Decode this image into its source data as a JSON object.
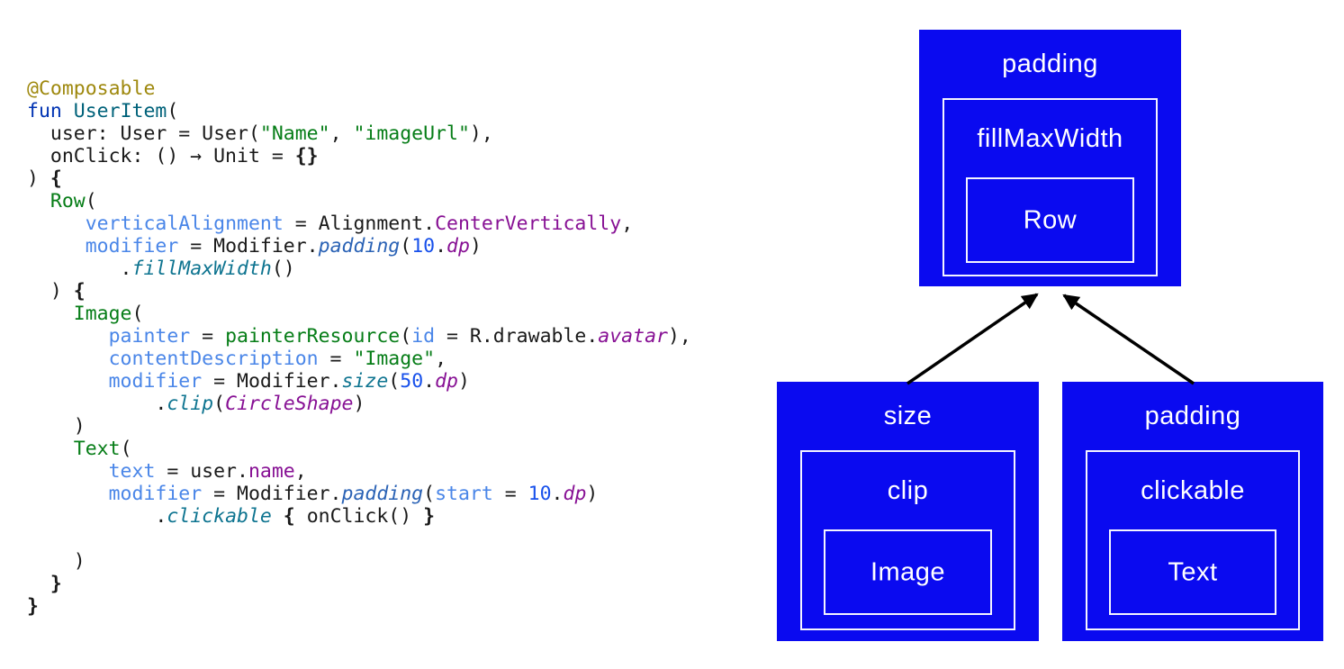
{
  "slide": {
    "background": "#ffffff",
    "description": "Jetpack Compose modifier order: UserItem composable code with nested modifier box diagram"
  },
  "code": {
    "text_color": "#1a1a1a",
    "token_colors": {
      "annotation": "#9e880d",
      "keyword": "#0033b3",
      "function_declaration": "#00627a",
      "function_call": "#067d17",
      "string": "#067d17",
      "named_argument": "#4a86e8",
      "number": "#1750eb",
      "property": "#871094",
      "extension_call": "#0e7490",
      "extension_call_padding": "#2a62b5"
    },
    "lines": [
      [
        {
          "t": "@Composable",
          "s": "ann"
        }
      ],
      [
        {
          "t": "fun",
          "s": "kw"
        },
        {
          "t": " ",
          "s": "plain"
        },
        {
          "t": "UserItem",
          "s": "decl"
        },
        {
          "t": "(",
          "s": "plain"
        }
      ],
      [
        {
          "t": "  user: User = User(",
          "s": "plain"
        },
        {
          "t": "\"Name\"",
          "s": "str"
        },
        {
          "t": ", ",
          "s": "plain"
        },
        {
          "t": "\"imageUrl\"",
          "s": "str"
        },
        {
          "t": "),",
          "s": "plain"
        }
      ],
      [
        {
          "t": "  onClick: () → Unit = ",
          "s": "plain"
        },
        {
          "t": "{}",
          "s": "b"
        }
      ],
      [
        {
          "t": ") ",
          "s": "plain"
        },
        {
          "t": "{",
          "s": "b"
        }
      ],
      [
        {
          "t": "  ",
          "s": "plain"
        },
        {
          "t": "Row",
          "s": "call"
        },
        {
          "t": "(",
          "s": "plain"
        }
      ],
      [
        {
          "t": "     ",
          "s": "plain"
        },
        {
          "t": "verticalAlignment",
          "s": "param"
        },
        {
          "t": " = Alignment.",
          "s": "plain"
        },
        {
          "t": "CenterVertically",
          "s": "prop"
        },
        {
          "t": ",",
          "s": "plain"
        }
      ],
      [
        {
          "t": "     ",
          "s": "plain"
        },
        {
          "t": "modifier",
          "s": "param"
        },
        {
          "t": " = Modifier.",
          "s": "plain"
        },
        {
          "t": "padding",
          "s": "extb"
        },
        {
          "t": "(",
          "s": "plain"
        },
        {
          "t": "10",
          "s": "num"
        },
        {
          "t": ".",
          "s": "plain"
        },
        {
          "t": "dp",
          "s": "propi"
        },
        {
          "t": ")",
          "s": "plain"
        }
      ],
      [
        {
          "t": "        .",
          "s": "plain"
        },
        {
          "t": "fillMaxWidth",
          "s": "ext"
        },
        {
          "t": "()",
          "s": "plain"
        }
      ],
      [
        {
          "t": "  ) ",
          "s": "plain"
        },
        {
          "t": "{",
          "s": "b"
        }
      ],
      [
        {
          "t": "    ",
          "s": "plain"
        },
        {
          "t": "Image",
          "s": "call"
        },
        {
          "t": "(",
          "s": "plain"
        }
      ],
      [
        {
          "t": "       ",
          "s": "plain"
        },
        {
          "t": "painter",
          "s": "param"
        },
        {
          "t": " = ",
          "s": "plain"
        },
        {
          "t": "painterResource",
          "s": "call"
        },
        {
          "t": "(",
          "s": "plain"
        },
        {
          "t": "id",
          "s": "param"
        },
        {
          "t": " = R.drawable.",
          "s": "plain"
        },
        {
          "t": "avatar",
          "s": "propi"
        },
        {
          "t": "),",
          "s": "plain"
        }
      ],
      [
        {
          "t": "       ",
          "s": "plain"
        },
        {
          "t": "contentDescription",
          "s": "param"
        },
        {
          "t": " = ",
          "s": "plain"
        },
        {
          "t": "\"Image\"",
          "s": "str"
        },
        {
          "t": ",",
          "s": "plain"
        }
      ],
      [
        {
          "t": "       ",
          "s": "plain"
        },
        {
          "t": "modifier",
          "s": "param"
        },
        {
          "t": " = Modifier.",
          "s": "plain"
        },
        {
          "t": "size",
          "s": "ext"
        },
        {
          "t": "(",
          "s": "plain"
        },
        {
          "t": "50",
          "s": "num"
        },
        {
          "t": ".",
          "s": "plain"
        },
        {
          "t": "dp",
          "s": "propi"
        },
        {
          "t": ")",
          "s": "plain"
        }
      ],
      [
        {
          "t": "           .",
          "s": "plain"
        },
        {
          "t": "clip",
          "s": "ext"
        },
        {
          "t": "(",
          "s": "plain"
        },
        {
          "t": "CircleShape",
          "s": "propi"
        },
        {
          "t": ")",
          "s": "plain"
        }
      ],
      [
        {
          "t": "    )",
          "s": "plain"
        }
      ],
      [
        {
          "t": "    ",
          "s": "plain"
        },
        {
          "t": "Text",
          "s": "call"
        },
        {
          "t": "(",
          "s": "plain"
        }
      ],
      [
        {
          "t": "       ",
          "s": "plain"
        },
        {
          "t": "text",
          "s": "param"
        },
        {
          "t": " = user.",
          "s": "plain"
        },
        {
          "t": "name",
          "s": "prop"
        },
        {
          "t": ",",
          "s": "plain"
        }
      ],
      [
        {
          "t": "       ",
          "s": "plain"
        },
        {
          "t": "modifier",
          "s": "param"
        },
        {
          "t": " = Modifier.",
          "s": "plain"
        },
        {
          "t": "padding",
          "s": "extb"
        },
        {
          "t": "(",
          "s": "plain"
        },
        {
          "t": "start",
          "s": "param"
        },
        {
          "t": " = ",
          "s": "plain"
        },
        {
          "t": "10",
          "s": "num"
        },
        {
          "t": ".",
          "s": "plain"
        },
        {
          "t": "dp",
          "s": "propi"
        },
        {
          "t": ")",
          "s": "plain"
        }
      ],
      [
        {
          "t": "           .",
          "s": "plain"
        },
        {
          "t": "clickable",
          "s": "ext"
        },
        {
          "t": " ",
          "s": "plain"
        },
        {
          "t": "{",
          "s": "b"
        },
        {
          "t": " onClick() ",
          "s": "plain"
        },
        {
          "t": "}",
          "s": "b"
        }
      ],
      [],
      [
        {
          "t": "    )",
          "s": "plain"
        }
      ],
      [
        {
          "t": "  ",
          "s": "plain"
        },
        {
          "t": "}",
          "s": "b"
        }
      ],
      [
        {
          "t": "}",
          "s": "b"
        }
      ]
    ]
  },
  "diagram": {
    "box_fill": "#0a0af0",
    "box_border": "#f4f4ff",
    "label_color": "#ffffff",
    "arrow_color": "#000000",
    "top_box": {
      "outer": "padding",
      "mid": "fillMaxWidth",
      "inner": "Row"
    },
    "bottom_left_box": {
      "outer": "size",
      "mid": "clip",
      "inner": "Image"
    },
    "bottom_right_box": {
      "outer": "padding",
      "mid": "clickable",
      "inner": "Text"
    },
    "arrows": [
      {
        "from": "bottom_left_box",
        "to": "top_box"
      },
      {
        "from": "bottom_right_box",
        "to": "top_box"
      }
    ]
  }
}
